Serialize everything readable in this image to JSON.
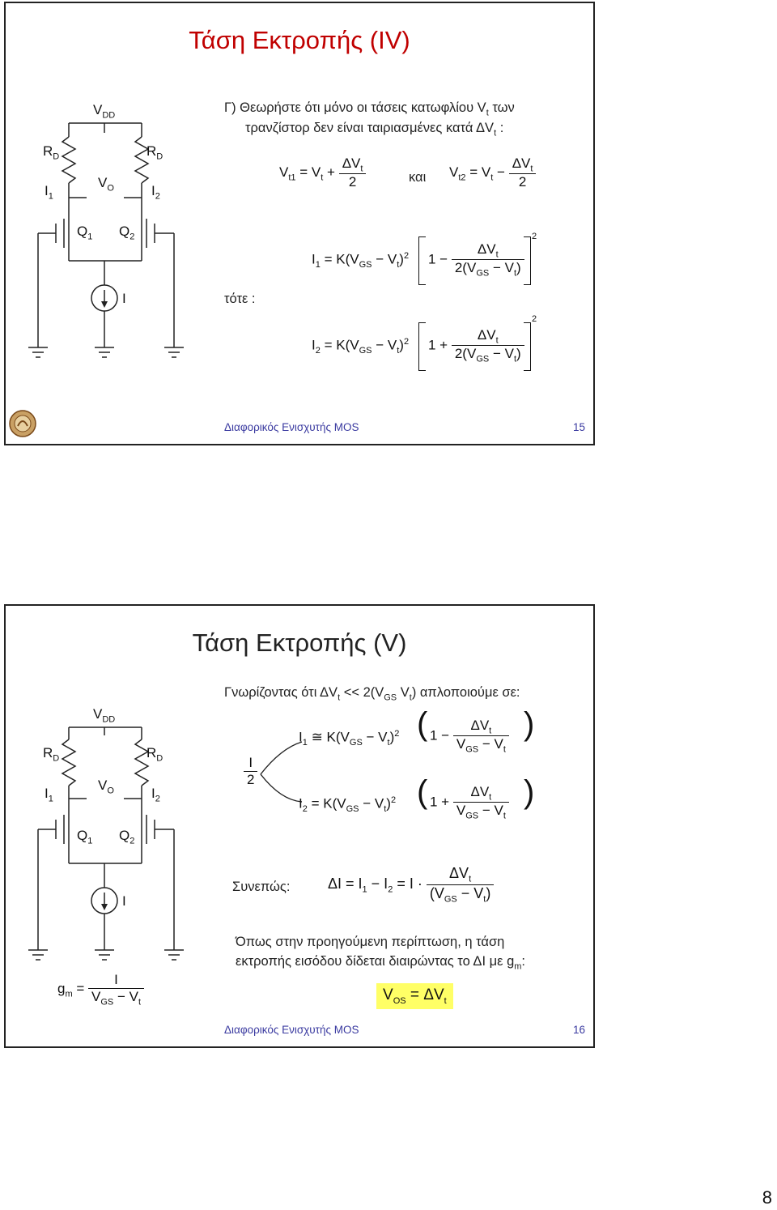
{
  "slide1": {
    "title": "Τάση Εκτροπής (IV)",
    "intro_line1": "Γ)  Θεωρήστε ότι μόνο οι τάσεις κατωφλίου  V",
    "intro_line1_sub": "t",
    "intro_line1_end": " των",
    "intro_line2": "τρανζίστορ δεν είναι ταιριασμένες κατά ΔV",
    "intro_line2_sub": "t",
    "intro_line2_end": " :",
    "kai": "και",
    "tote": "τότε :",
    "footer": "Διαφορικός Ενισχυτής MOS",
    "page": "15",
    "circuit": {
      "vdd": "V",
      "vdd_sub": "DD",
      "rd": "R",
      "rd_sub": "D",
      "i1": "I",
      "i1_sub": "1",
      "i2": "I",
      "i2_sub": "2",
      "vo": "V",
      "vo_sub": "O",
      "q1": "Q",
      "q1_sub": "1",
      "q2": "Q",
      "q2_sub": "2",
      "i": "I"
    }
  },
  "slide2": {
    "title": "Τάση Εκτροπής (V)",
    "intro": "Γνωρίζοντας ότι ΔV",
    "intro_sub1": "t",
    "intro_mid": " << 2(V",
    "intro_sub2": "GS",
    "intro_mid2": " V",
    "intro_sub3": "t",
    "intro_end": ") απλοποιούμε σε:",
    "i_over_2_num": "I",
    "i_over_2_den": "2",
    "synepos": "Συνεπώς:",
    "para_line1": "Όπως  στην  προηγούμενη  περίπτωση,  η  τάση",
    "para_line2": "εκτροπής εισόδου δίδεται διαιρώντας το ΔI με g",
    "para_line2_sub": "m",
    "para_line2_end": ":",
    "vos": "V",
    "vos_sub": "OS",
    "vos_rhs": " = ΔV",
    "vos_rhs_sub": "t",
    "gm": "g",
    "gm_sub": "m",
    "gm_eq": " =",
    "gm_num": "I",
    "gm_den": "V",
    "gm_den_sub": "GS",
    "gm_den_mid": " − V",
    "gm_den_sub2": "t",
    "footer": "Διαφορικός Ενισχυτής MOS",
    "page": "16"
  },
  "page_number": "8",
  "colors": {
    "title_red": "#c00000",
    "footer_blue": "#3a3aa0",
    "highlight": "#ffff66"
  }
}
